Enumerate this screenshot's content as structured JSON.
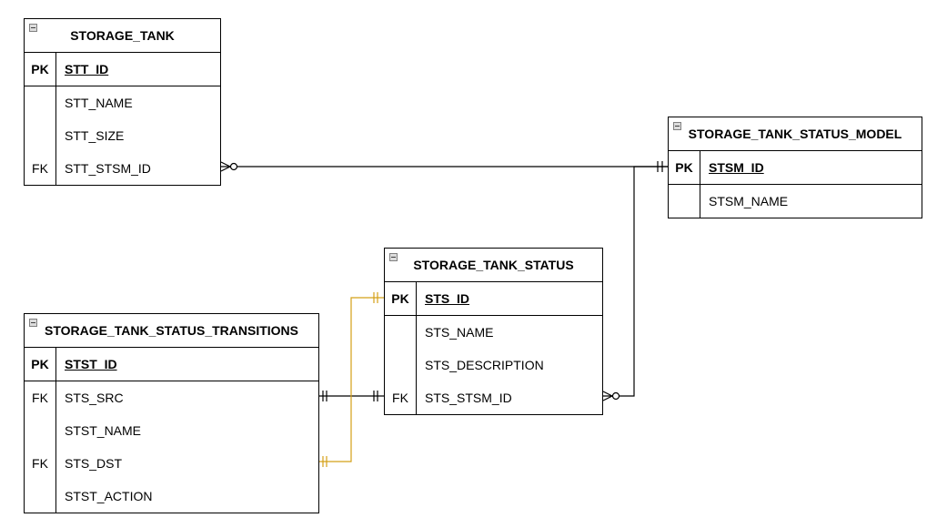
{
  "entities": {
    "storage_tank": {
      "title": "STORAGE_TANK",
      "pk": {
        "key": "PK",
        "field": "STT_ID"
      },
      "attrs": [
        {
          "key": "",
          "field": "STT_NAME"
        },
        {
          "key": "",
          "field": "STT_SIZE"
        },
        {
          "key": "FK",
          "field": "STT_STSM_ID"
        }
      ]
    },
    "storage_tank_status_model": {
      "title": "STORAGE_TANK_STATUS_MODEL",
      "pk": {
        "key": "PK",
        "field": "STSM_ID"
      },
      "attrs": [
        {
          "key": "",
          "field": "STSM_NAME"
        }
      ]
    },
    "storage_tank_status": {
      "title": "STORAGE_TANK_STATUS",
      "pk": {
        "key": "PK",
        "field": "STS_ID"
      },
      "attrs": [
        {
          "key": "",
          "field": "STS_NAME"
        },
        {
          "key": "",
          "field": "STS_DESCRIPTION"
        },
        {
          "key": "FK",
          "field": "STS_STSM_ID"
        }
      ]
    },
    "storage_tank_status_transitions": {
      "title": "STORAGE_TANK_STATUS_TRANSITIONS",
      "pk": {
        "key": "PK",
        "field": "STST_ID"
      },
      "attrs": [
        {
          "key": "FK",
          "field": "STS_SRC"
        },
        {
          "key": "",
          "field": "STST_NAME"
        },
        {
          "key": "FK",
          "field": "STS_DST"
        },
        {
          "key": "",
          "field": "STST_ACTION"
        }
      ]
    }
  },
  "relationships": [
    {
      "from": "STORAGE_TANK.STT_STSM_ID",
      "to": "STORAGE_TANK_STATUS_MODEL.STSM_ID",
      "from_end": "zero-or-many",
      "to_end": "one-and-only-one",
      "color": "#000000"
    },
    {
      "from": "STORAGE_TANK_STATUS.STS_STSM_ID",
      "to": "STORAGE_TANK_STATUS_MODEL.STSM_ID",
      "from_end": "zero-or-many",
      "to_end": "one-and-only-one",
      "color": "#000000"
    },
    {
      "from": "STORAGE_TANK_STATUS_TRANSITIONS.STS_SRC",
      "to": "STORAGE_TANK_STATUS.STS_STSM_ID",
      "from_end": "one-and-only-one",
      "to_end": "one-and-only-one",
      "color": "#000000"
    },
    {
      "from": "STORAGE_TANK_STATUS_TRANSITIONS.STS_DST",
      "to": "STORAGE_TANK_STATUS.STS_ID",
      "from_end": "one-and-only-one",
      "to_end": "one-and-only-one",
      "color": "#d4a017"
    }
  ]
}
